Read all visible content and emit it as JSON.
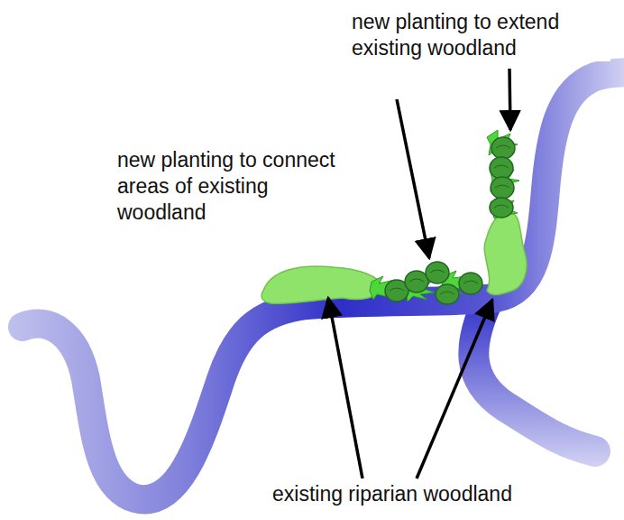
{
  "diagram": {
    "labels": [
      "new planting to extend existing woodland",
      "new planting to connect areas of existing woodland",
      "existing riparian woodland"
    ]
  }
}
